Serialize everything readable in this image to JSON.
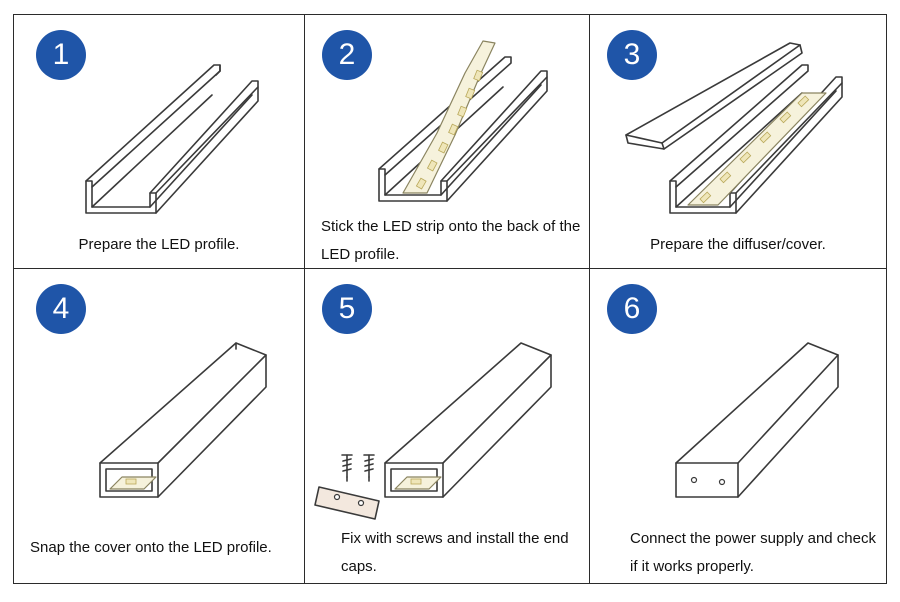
{
  "steps": [
    {
      "number": "1",
      "caption": "Prepare the LED profile."
    },
    {
      "number": "2",
      "caption": "Stick the LED strip onto the back of the LED profile."
    },
    {
      "number": "3",
      "caption": "Prepare the diffuser/cover."
    },
    {
      "number": "4",
      "caption": "Snap the cover onto the LED profile."
    },
    {
      "number": "5",
      "caption": "Fix with screws and install the end caps."
    },
    {
      "number": "6",
      "caption": "Connect the power supply and check if it works properly."
    }
  ],
  "colors": {
    "badge": "#1f55a8",
    "led": "#efe6b9",
    "border": "#2b2b2b"
  }
}
